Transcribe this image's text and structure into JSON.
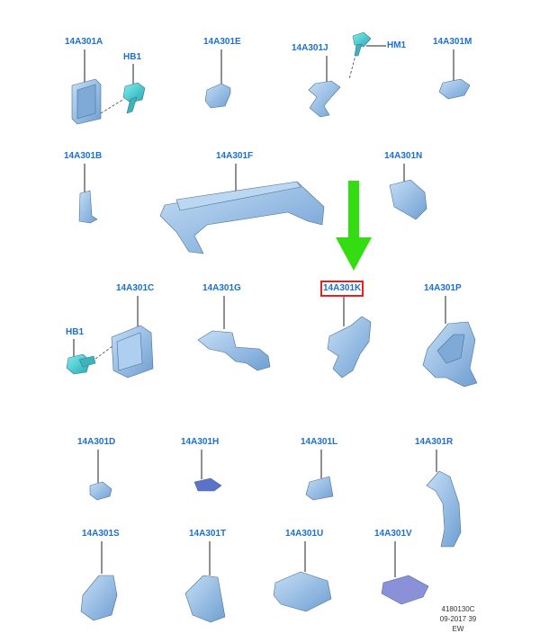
{
  "labels": {
    "a": "14A301A",
    "e": "14A301E",
    "j": "14A301J",
    "m": "14A301M",
    "b": "14A301B",
    "f": "14A301F",
    "n": "14A301N",
    "c": "14A301C",
    "g": "14A301G",
    "k": "14A301K",
    "p": "14A301P",
    "d": "14A301D",
    "h": "14A301H",
    "l": "14A301L",
    "r": "14A301R",
    "s": "14A301S",
    "t": "14A301T",
    "u": "14A301U",
    "v": "14A301V",
    "hb1_top": "HB1",
    "hb1_mid": "HB1",
    "hm1": "HM1"
  },
  "highlight": {
    "label": "14A301K",
    "arrow_color": "#33dd11",
    "box_color": "#e4211c"
  },
  "colors": {
    "label_text": "#1a6fd1",
    "part_fill": "#9ec8ee",
    "part_dark": "#6e9fd0",
    "fastener": "#41d2cf",
    "leader": "#222222"
  },
  "stamp": {
    "line1": "4180130C",
    "line2": "09-2017 39",
    "line3": "EW"
  }
}
